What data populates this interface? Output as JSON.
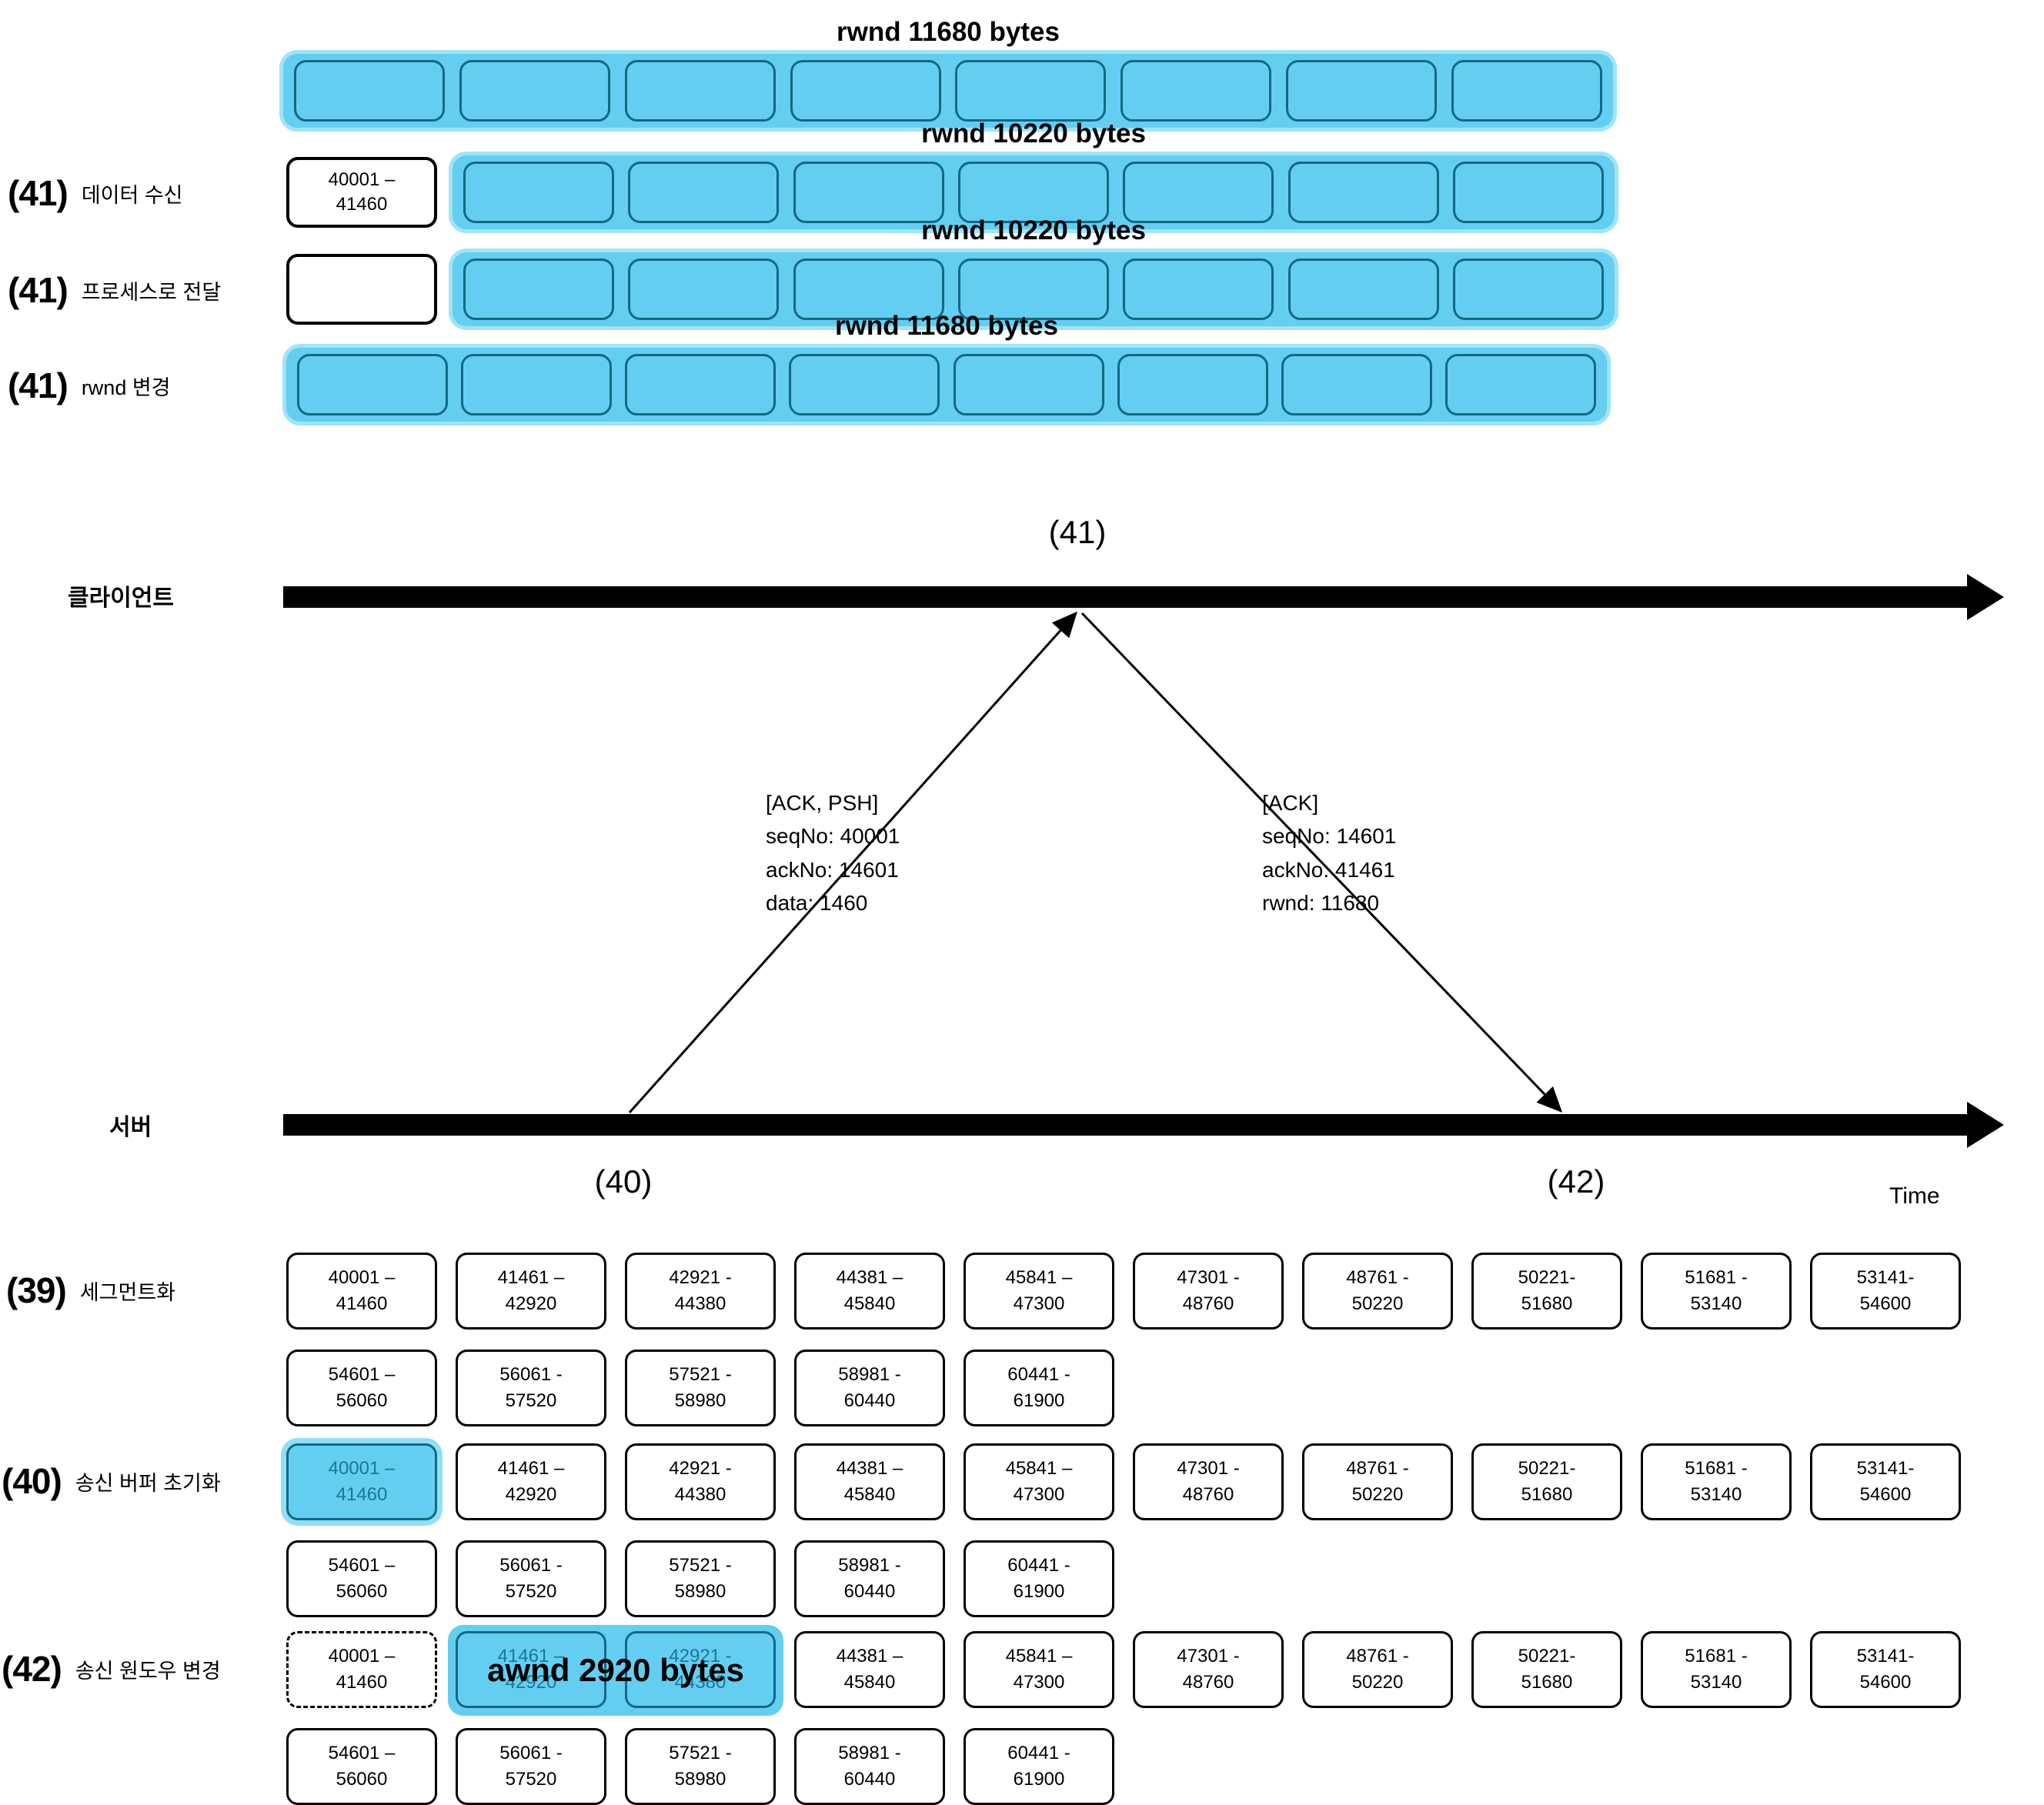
{
  "receiver": {
    "rows": [
      {
        "window_label": "rwnd 11680 bytes"
      },
      {
        "num": "(41)",
        "label": "데이터 수신",
        "first_box": "40001 –\n41460",
        "window_label": "rwnd 10220 bytes"
      },
      {
        "num": "(41)",
        "label": "프로세스로 전달",
        "first_box": "",
        "window_label": "rwnd 10220 bytes"
      },
      {
        "num": "(41)",
        "label": "rwnd 변경",
        "window_label": "rwnd 11680 bytes"
      }
    ]
  },
  "timeline": {
    "client_label": "클라이언트",
    "server_label": "서버",
    "time_label": "Time",
    "client_event": "(41)",
    "server_event_left": "(40)",
    "server_event_right": "(42)",
    "data_packet": "[ACK, PSH]\nseqNo: 40001\nackNo: 14601\ndata: 1460",
    "ack_packet": "[ACK]\nseqNo: 14601\nackNo: 41461\nrwnd: 11680"
  },
  "sender": {
    "rows": [
      {
        "num": "(39)",
        "label": "세그먼트화"
      },
      {
        "num": "(40)",
        "label": "송신 버퍼 초기화"
      },
      {
        "num": "(42)",
        "label": "송신 원도우 변경",
        "awnd_label": "awnd 2920 bytes"
      }
    ]
  },
  "segments_line1": [
    "40001 –\n41460",
    "41461 –\n42920",
    "42921 -\n44380",
    "44381 –\n45840",
    "45841 –\n47300",
    "47301 -\n48760",
    "48761 -\n50220",
    "50221-\n51680",
    "51681 -\n53140",
    "53141-\n54600"
  ],
  "segments_line2": [
    "54601 –\n56060",
    "56061 -\n57520",
    "57521 -\n58980",
    "58981 -\n60440",
    "60441 -\n61900"
  ],
  "colors": {
    "window_fill": "#63CEF0",
    "window_border": "#136883",
    "window_halo": "#A0E4F8",
    "highlight_text": "#1D7696"
  }
}
